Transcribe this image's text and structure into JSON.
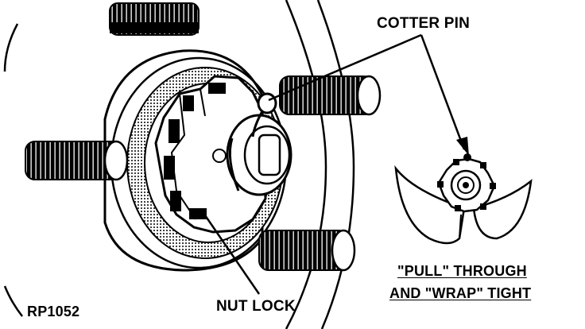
{
  "labels": {
    "cotter_pin": "COTTER PIN",
    "nut_lock": "NUT LOCK",
    "figure_code": "RP1052",
    "instruction_line1": "\"PULL\" THROUGH",
    "instruction_line2": "AND \"WRAP\" TIGHT"
  },
  "colors": {
    "ink": "#000000",
    "paper": "#ffffff"
  }
}
